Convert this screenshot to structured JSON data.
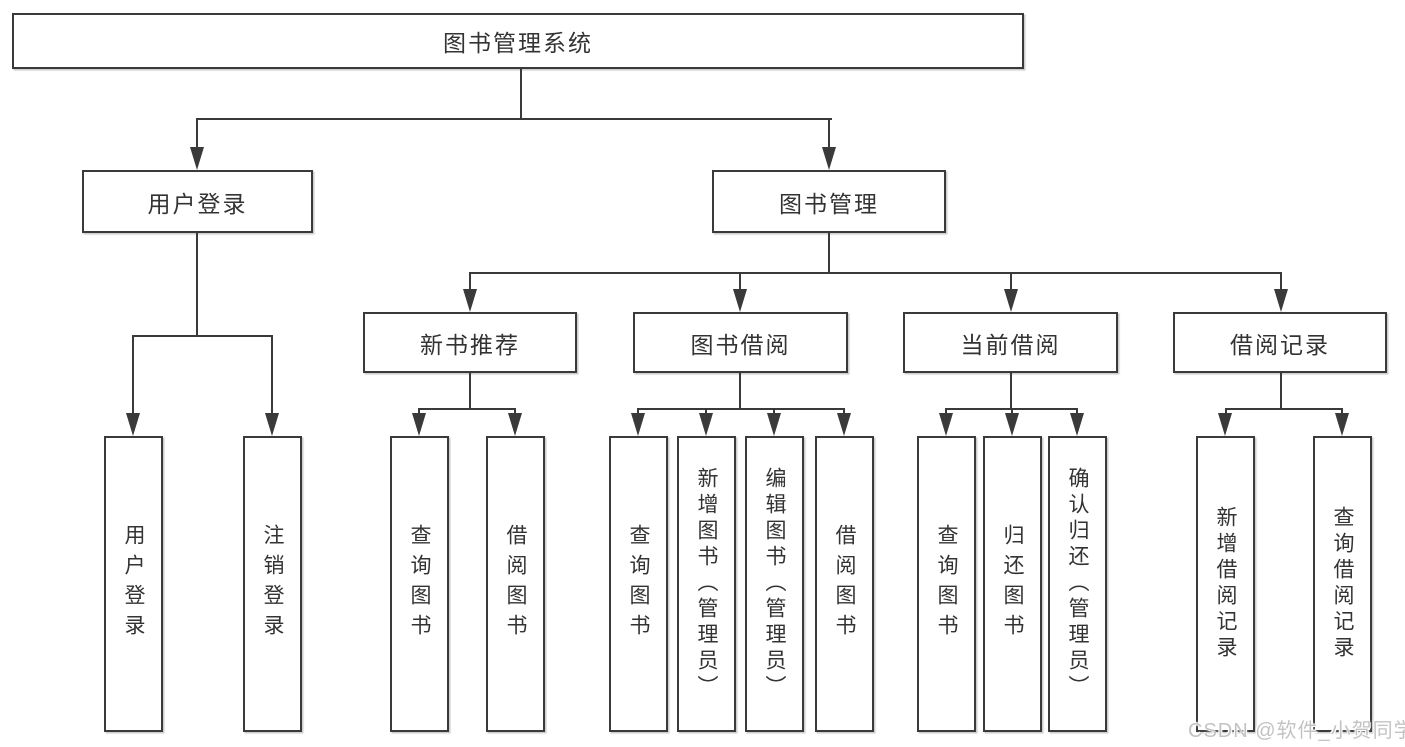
{
  "tree": {
    "label": "图书管理系统",
    "children": [
      {
        "label": "用户登录",
        "children": [
          {
            "label": "用户登录"
          },
          {
            "label": "注销登录"
          }
        ]
      },
      {
        "label": "图书管理",
        "children": [
          {
            "label": "新书推荐",
            "children": [
              {
                "label": "查询图书"
              },
              {
                "label": "借阅图书"
              }
            ]
          },
          {
            "label": "图书借阅",
            "children": [
              {
                "label": "查询图书"
              },
              {
                "label": "新增图书（管理员）"
              },
              {
                "label": "编辑图书（管理员）"
              },
              {
                "label": "借阅图书"
              }
            ]
          },
          {
            "label": "当前借阅",
            "children": [
              {
                "label": "查询图书"
              },
              {
                "label": "归还图书"
              },
              {
                "label": "确认归还（管理员）"
              }
            ]
          },
          {
            "label": "借阅记录",
            "children": [
              {
                "label": "新增借阅记录"
              },
              {
                "label": "查询借阅记录"
              }
            ]
          }
        ]
      }
    ]
  },
  "watermark": {
    "text": "CSDN @软件_小贺同学"
  },
  "colors": {
    "line": "#3a3a3a",
    "text": "#333333",
    "watermark": "#c3c3c3",
    "background": "#ffffff"
  }
}
